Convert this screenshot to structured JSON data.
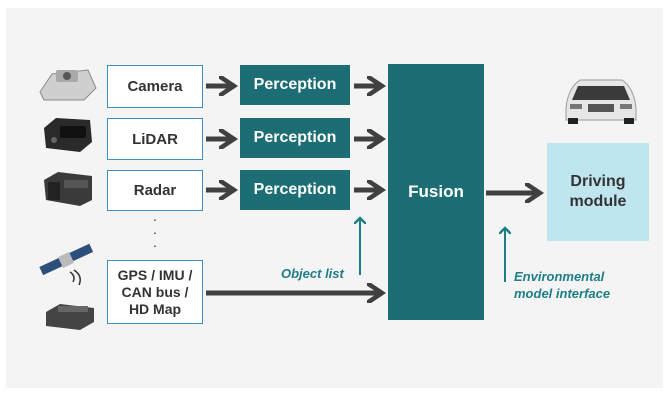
{
  "sensors": {
    "camera": "Camera",
    "lidar": "LiDAR",
    "radar": "Radar",
    "gps_lines": [
      "GPS / IMU /",
      "CAN bus /",
      "HD Map"
    ]
  },
  "perception": [
    "Perception",
    "Perception",
    "Perception"
  ],
  "fusion": "Fusion",
  "driving": [
    "Driving",
    "module"
  ],
  "annotations": {
    "object_list": "Object list",
    "env_interface": [
      "Environmental",
      "model interface"
    ]
  },
  "icons": [
    "camera-sensor-icon",
    "lidar-sensor-icon",
    "radar-sensor-icon",
    "satellite-icon",
    "can-device-icon",
    "car-icon"
  ],
  "colors": {
    "teal": "#1d6e74",
    "light_blue": "#bfe6ef",
    "border_blue": "#3f8fc0",
    "arrow_dark": "#404040",
    "annot_teal": "#1d7e86"
  }
}
